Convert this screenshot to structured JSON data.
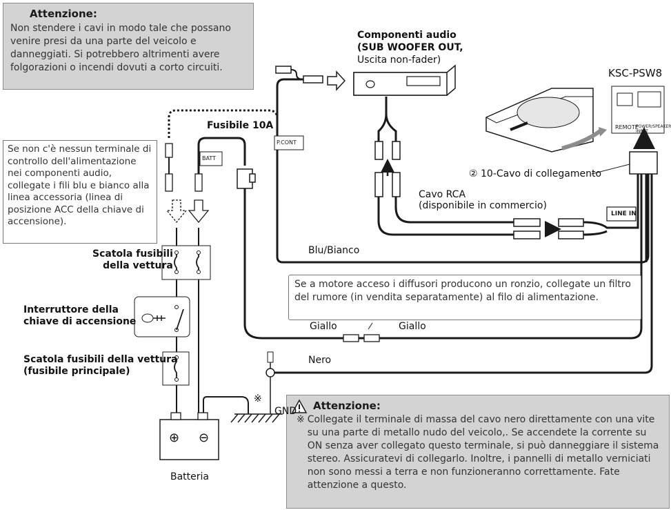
{
  "warning_top": {
    "title": "Attenzione:",
    "text": "Non stendere i cavi in modo tale che possano venire presi da una parte del veicolo e danneggiati. Si potrebbero altrimenti avere folgorazioni o incendi dovuti a corto circuiti."
  },
  "note_left": "Se non c'è nessun terminale di controllo dell'alimentazione nei componenti audio, collegate i fili blu e bianco alla linea accessoria (linea di posizione ACC della chiave di accensione).",
  "note_middle": "Se a motore acceso i diffusori producono un ronzio, collegate un filtro del rumore (in vendita separatamente) al filo di alimentazione.",
  "warning_bottom": {
    "title": "Attenzione:",
    "mark": "※",
    "text": "Collegate il terminale di massa del cavo nero direttamente con una vite su una parte di metallo nudo del veicolo,. Se accendete la corrente su ON senza aver collegato questo terminale, si può danneggiare il sistema stereo. Assicuratevi di collegarlo. Inoltre, i pannelli di metallo verniciati non sono messi a terra e non funzioneranno correttamente. Fate attenzione a questo."
  },
  "labels": {
    "audio_components_1": "Componenti audio",
    "audio_components_2": "(SUB WOOFER OUT,",
    "audio_components_3": "Uscita non-fader)",
    "device_model": "KSC-PSW8",
    "fuse_10a": "Fusibile 10A",
    "batt_tag": "BATT",
    "pcont_tag": "P.CONT",
    "cable_10": "10-Cavo di collegamento",
    "cable_10_num": "②",
    "rca_1": "Cavo RCA",
    "rca_2": "(disponibile in commercio)",
    "line_in": "LINE IN",
    "blue_white": "Blu/Bianco",
    "yellow_left": "Giallo",
    "yellow_right": "Giallo",
    "black": "Nero",
    "fuse_box_1": "Scatola fusibili",
    "fuse_box_2": "della vettura",
    "ignition_1": "Interruttore della",
    "ignition_2": "chiave di accensione",
    "main_fuse_1": "Scatola fusibili della vettura",
    "main_fuse_2": "(fusibile principale)",
    "battery": "Batteria",
    "gnd": "GND",
    "gnd_mark": "※",
    "plus": "⊕",
    "minus": "⊖",
    "remote": "REMOTE",
    "power_input": "POWER/SPEAKER INPUT"
  },
  "colors": {
    "warning_bg": "#d3d3d3",
    "wire": "#1a1a1a",
    "accent_arrow": "#8c8c8c"
  }
}
